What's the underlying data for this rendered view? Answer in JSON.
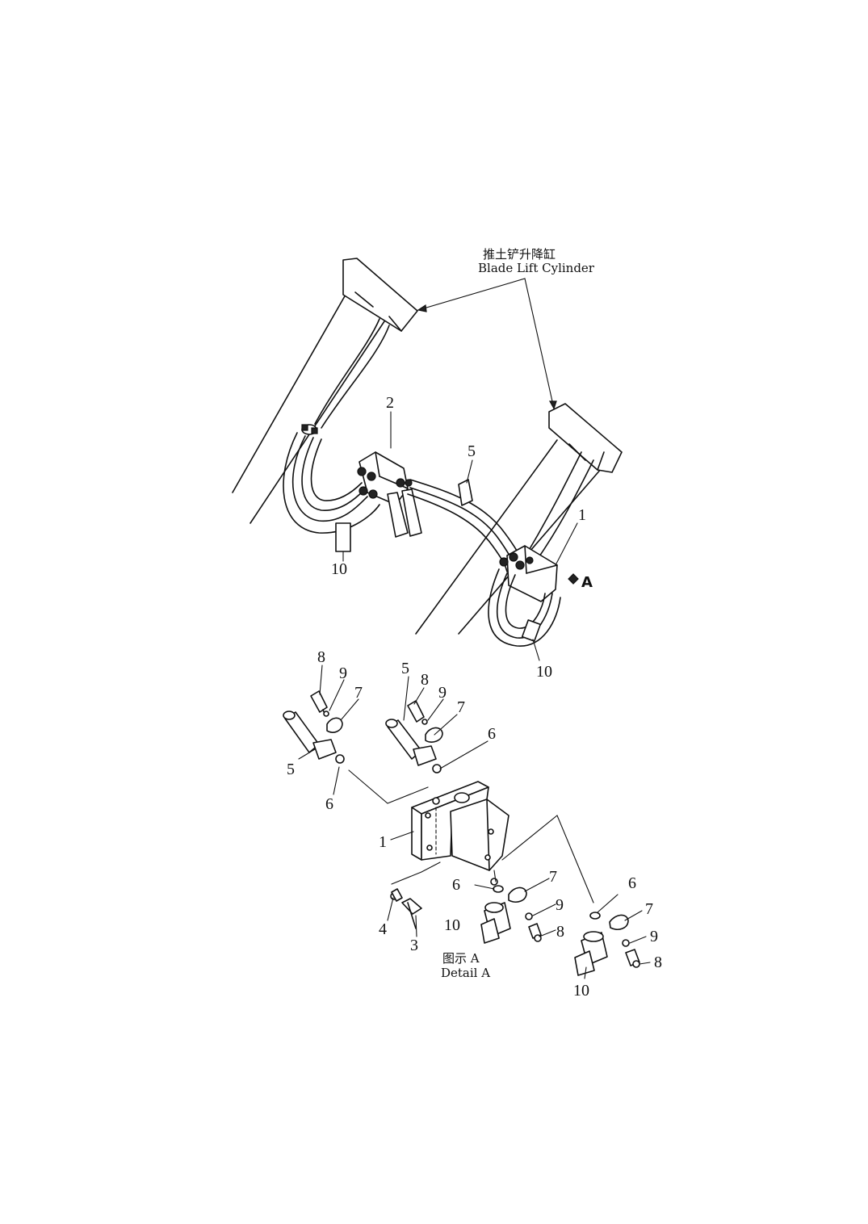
{
  "labels": {
    "cylinder_cn": "推土铲升降缸",
    "cylinder_en": "Blade Lift Cylinder",
    "detail_marker": "A",
    "detail_cn": "图示 A",
    "detail_en": "Detail A"
  },
  "callouts": {
    "c_2": "2",
    "c_5_top": "5",
    "c_1_top": "1",
    "c_10_left": "10",
    "c_10_right": "10",
    "d_8_a": "8",
    "d_9_a": "9",
    "d_7_a": "7",
    "d_5_a": "5",
    "d_6_a": "6",
    "d_5_b": "5",
    "d_8_b": "8",
    "d_9_b": "9",
    "d_7_b": "7",
    "d_6_b": "6",
    "d_1": "1",
    "d_6_c": "6",
    "d_7_c": "7",
    "d_9_c": "9",
    "d_8_c": "8",
    "d_10_c": "10",
    "d_4": "4",
    "d_3": "3",
    "d_6_d": "6",
    "d_7_d": "7",
    "d_9_d": "9",
    "d_8_d": "8",
    "d_10_d": "10"
  }
}
